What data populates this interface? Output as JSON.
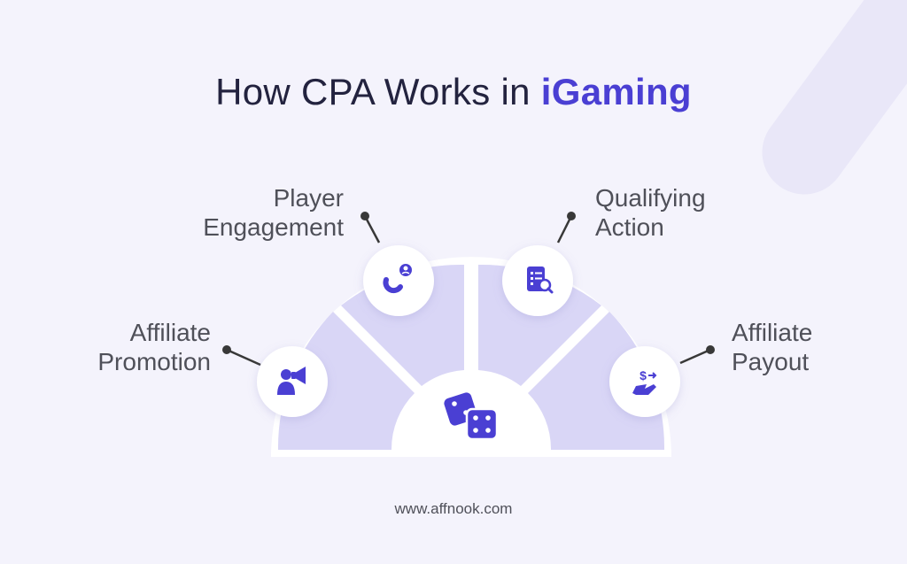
{
  "title": {
    "prefix": "How CPA Works in",
    "highlight": "iGaming"
  },
  "steps": [
    {
      "id": "affiliate-promotion",
      "line1": "Affiliate",
      "line2": "Promotion",
      "icon": "megaphone-person-icon"
    },
    {
      "id": "player-engagement",
      "line1": "Player",
      "line2": "Engagement",
      "icon": "magnet-user-icon"
    },
    {
      "id": "qualifying-action",
      "line1": "Qualifying",
      "line2": "Action",
      "icon": "checklist-search-icon"
    },
    {
      "id": "affiliate-payout",
      "line1": "Affiliate",
      "line2": "Payout",
      "icon": "hand-dollar-icon"
    }
  ],
  "center_icon": "dice-icon",
  "footer": "www.affnook.com",
  "colors": {
    "background": "#f4f3fc",
    "accent": "#4a3fd3",
    "segment": "#d9d6f6",
    "title": "#23233f",
    "label": "#4f5059"
  }
}
